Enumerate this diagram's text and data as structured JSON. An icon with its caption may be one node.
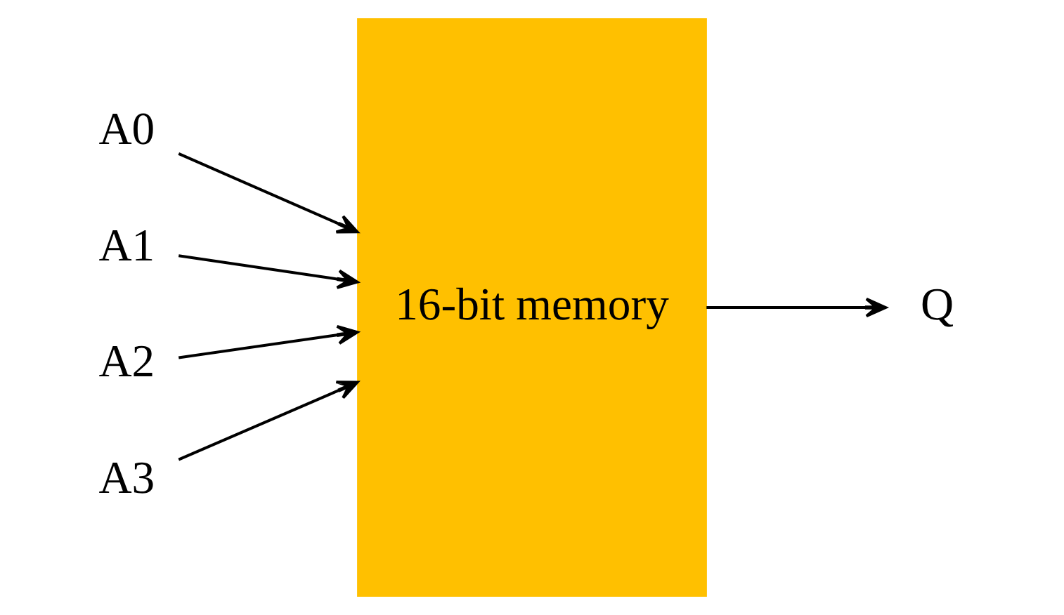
{
  "diagram": {
    "nodes": [
      {
        "text": [
          "A0"
        ]
      },
      {
        "text": [
          "A1"
        ]
      },
      {
        "text": [
          "A2"
        ]
      },
      {
        "text": [
          "A3"
        ]
      },
      {
        "text": [
          "16-bit memory"
        ]
      },
      {
        "text": [
          "Q"
        ]
      }
    ],
    "edges": [
      {
        "from": 0,
        "to": 4,
        "arrow": "to"
      },
      {
        "from": 1,
        "to": 4,
        "arrow": "to"
      },
      {
        "from": 2,
        "to": 4,
        "arrow": "to"
      },
      {
        "from": 3,
        "to": 4,
        "arrow": "to"
      },
      {
        "from": 4,
        "to": 5,
        "arrow": "to"
      }
    ]
  }
}
